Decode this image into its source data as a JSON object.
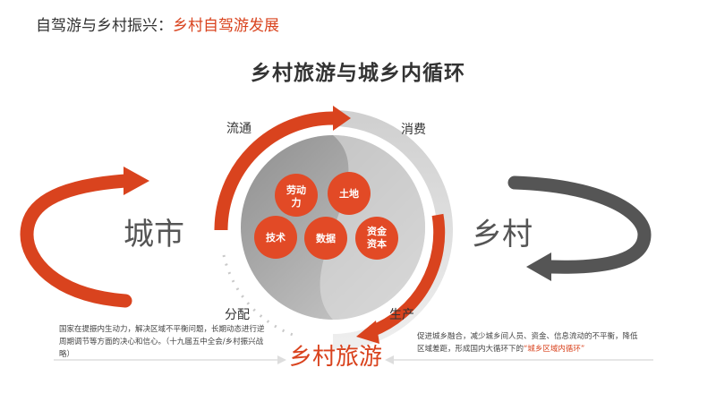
{
  "header": {
    "prefix": "自驾游与乡村振兴：",
    "highlight": "乡村自驾游发展"
  },
  "title": "乡村旅游与城乡内循环",
  "left_node": "城市",
  "right_node": "乡村",
  "ring_labels": {
    "top_left": "流通",
    "top_right": "消费",
    "bottom_left": "分配",
    "bottom_right": "生产"
  },
  "center_label": "乡村旅游",
  "factors": [
    {
      "line1": "劳动",
      "line2": "力"
    },
    {
      "line1": "土地",
      "line2": ""
    },
    {
      "line1": "技术",
      "line2": ""
    },
    {
      "line1": "数据",
      "line2": ""
    },
    {
      "line1": "资金",
      "line2": "资本"
    }
  ],
  "notes": {
    "left": "国家在提振内生动力，解决区域不平衡问题，长期动态进行逆周期调节等方面的决心和信心。（十九届五中全会/乡村振兴战略）",
    "right_main": "促进城乡融合，减少城乡间人员、资金、信息流动的不平衡，降低区域差距，形成国内大循环下的",
    "right_highlight": "“城乡区域内循环”"
  },
  "colors": {
    "accent": "#d9431e",
    "factor": "#e24a26",
    "arrow_dark": "#555555",
    "text": "#333333"
  }
}
